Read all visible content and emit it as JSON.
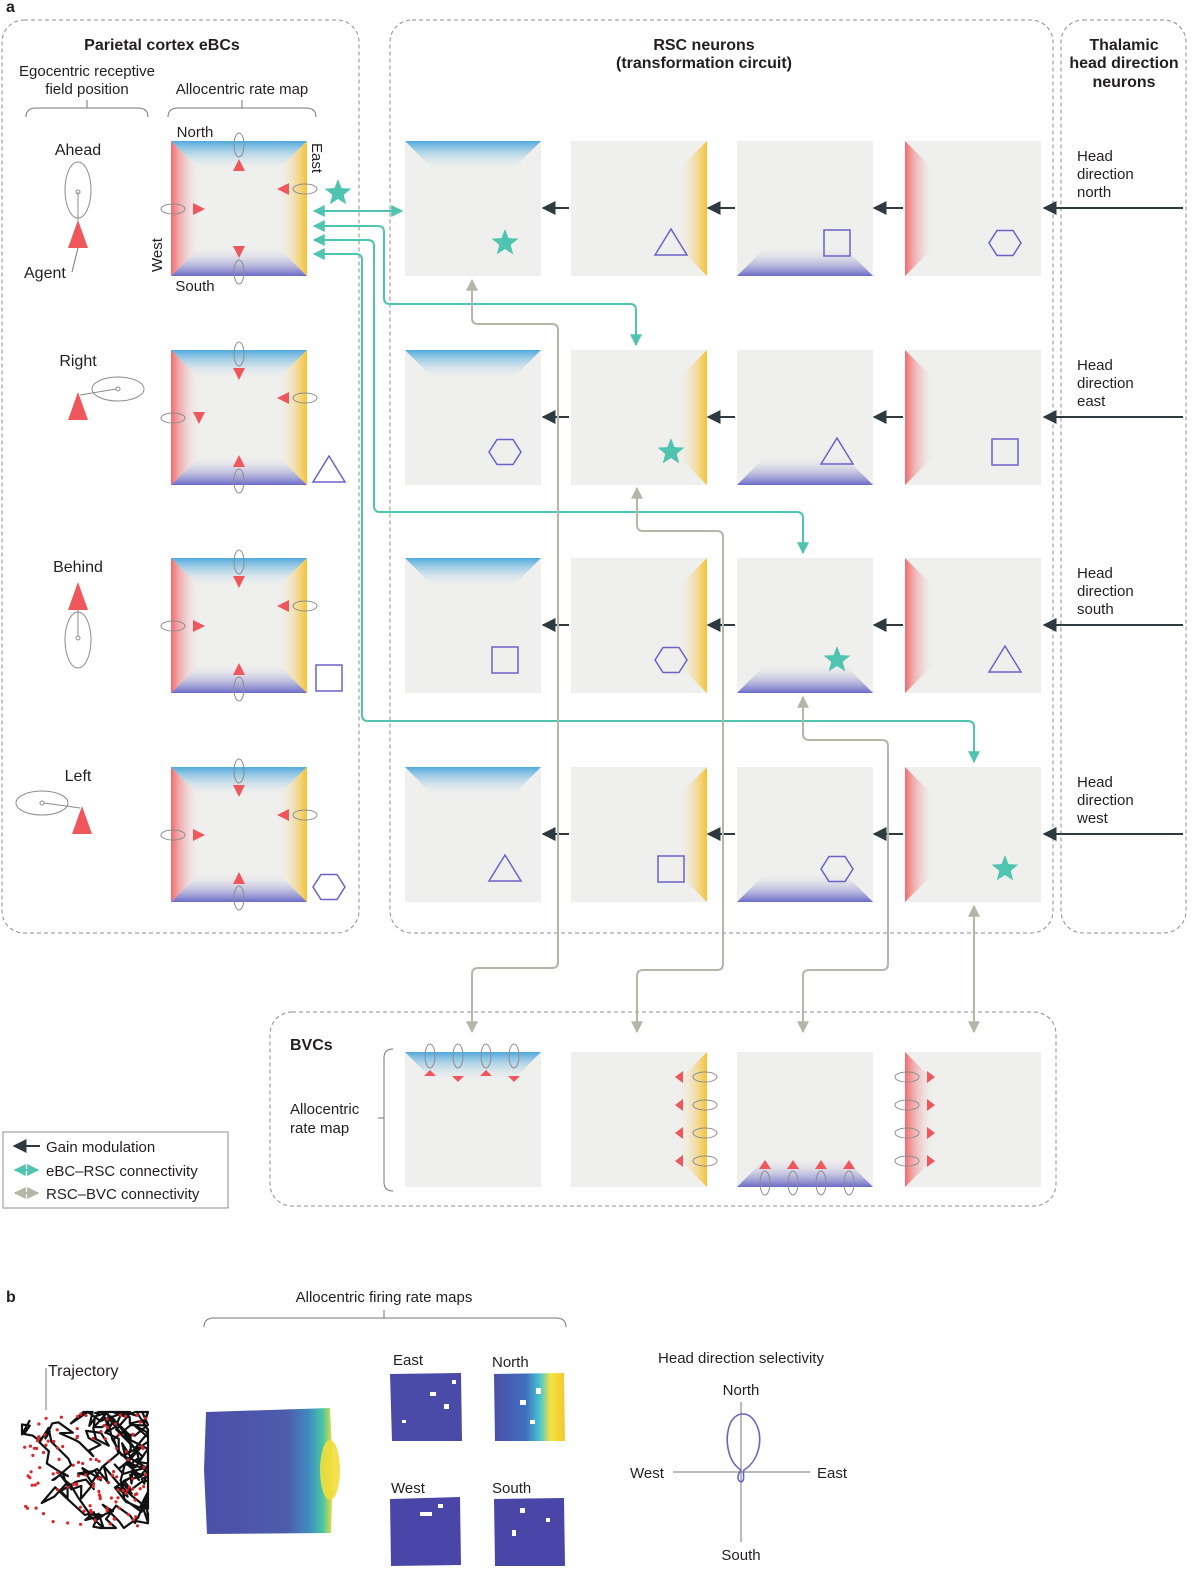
{
  "panels": {
    "a": "a",
    "b": "b"
  },
  "parietal": {
    "title": "Parietal cortex eBCs",
    "ego_header": "Egocentric receptive field position",
    "allo_header": "Allocentric rate map",
    "rows": [
      "Ahead",
      "Right",
      "Behind",
      "Left"
    ],
    "agent_label": "Agent",
    "directions": {
      "north": "North",
      "south": "South",
      "east": "East",
      "west": "West"
    }
  },
  "rsc": {
    "title_line1": "RSC neurons",
    "title_line2": "(transformation circuit)"
  },
  "thalamic": {
    "title_line1": "Thalamic",
    "title_line2": "head direction",
    "title_line3": "neurons",
    "label_prefix": "Head",
    "label_mid": "direction",
    "rows": [
      "north",
      "east",
      "south",
      "west"
    ]
  },
  "bvc": {
    "title": "BVCs",
    "label_line1": "Allocentric",
    "label_line2": "rate map"
  },
  "legend": {
    "gain": "Gain modulation",
    "ebc_rsc": "eBC–RSC connectivity",
    "rsc_bvc": "RSC–BVC connectivity"
  },
  "panel_b": {
    "trajectory": "Trajectory",
    "maps_header": "Allocentric firing rate maps",
    "map_labels": {
      "east": "East",
      "north": "North",
      "west": "West",
      "south": "South"
    },
    "hd_title": "Head direction selectivity",
    "hd_labels": {
      "north": "North",
      "south": "South",
      "east": "East",
      "west": "West"
    }
  },
  "colors": {
    "north_wall": "#4fa9dc",
    "south_wall": "#6a6ac8",
    "east_wall": "#f5c232",
    "west_wall": "#f06b6e",
    "map_bg": "#efefed",
    "teal": "#4fc4b0",
    "grey_arrow": "#b5b5a8",
    "dark_arrow": "#2e3a3f",
    "shape_stroke": "#6b62c8",
    "agent_red": "#f0575c"
  }
}
